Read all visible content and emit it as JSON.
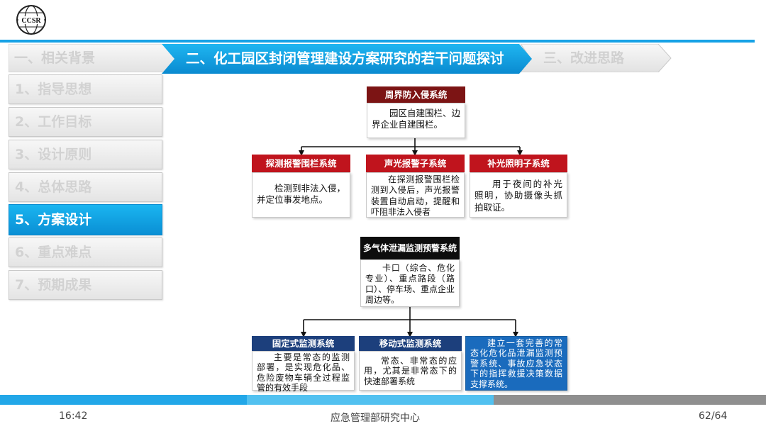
{
  "logo": {
    "text": "CCSR"
  },
  "header": {
    "tab_prev": "一、相关背景",
    "tab_current": "二、化工园区封闭管理建设方案研究的若干问题探讨",
    "tab_next": "三、改进思路"
  },
  "sidebar": {
    "items": [
      {
        "label": "1、指导思想"
      },
      {
        "label": "2、工作目标"
      },
      {
        "label": "3、设计原则"
      },
      {
        "label": "4、总体思路"
      },
      {
        "label": "5、方案设计"
      },
      {
        "label": "6、重点难点"
      },
      {
        "label": "7、预期成果"
      }
    ]
  },
  "diagram": {
    "perimeter": {
      "title": "周界防入侵系统",
      "body": "园区自建围栏、边界企业自建围栏。"
    },
    "detect": {
      "title": "探测报警围栏系统",
      "body": "检测到非法入侵，并定位事发地点。"
    },
    "alarm": {
      "title": "声光报警子系统",
      "body": "在探测报警围栏检测到入侵后，声光报警装置自动启动，提醒和吓阻非法入侵者"
    },
    "light": {
      "title": "补光照明子系统",
      "body": "用于夜间的补光照明，协助摄像头抓拍取证。"
    },
    "gas": {
      "title": "多气体泄漏监测预警系统",
      "body": "卡口（综合、危化专业）、重点路段（路口）、停车场、重点企业周边等。"
    },
    "fixed": {
      "title": "固定式监测系统",
      "body": "主要是常态的监测部署，是实现危化品、危险废物车辆全过程监管的有效手段"
    },
    "mobile": {
      "title": "移动式监测系统",
      "body": "常态、非常态的应用，尤其是非常态下的快速部署系统"
    },
    "summary": {
      "body": "建立一套完善的常态化危化品泄漏监测预警系统、事故应急状态下的指挥救援决策数据支撑系统。"
    }
  },
  "footer": {
    "time": "16:42",
    "center": "应急管理部研究中心",
    "page": "62/64"
  },
  "colors": {
    "accent": "#17a2e6",
    "brown": "#7c1414",
    "red": "#c0141d",
    "navy": "#1c3f7c",
    "blue": "#1a6bbd"
  }
}
